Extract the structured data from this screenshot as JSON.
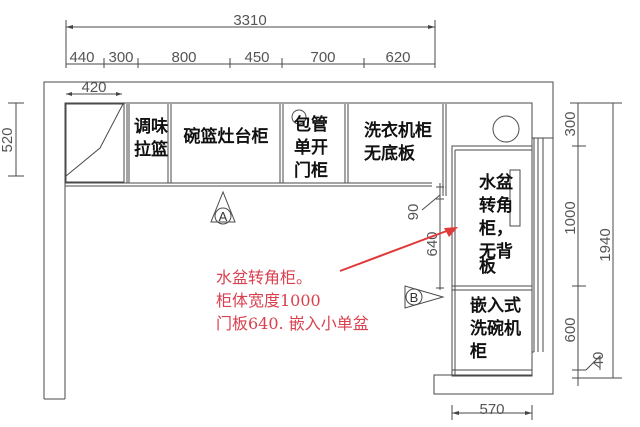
{
  "drawing": {
    "type": "kitchen cabinet floor plan",
    "top_dimensions": {
      "total": "3310",
      "segments": [
        "440",
        "300",
        "800",
        "450",
        "700",
        "620"
      ],
      "inner_corner": "420"
    },
    "left_dimensions": {
      "depth": "520"
    },
    "right_dimensions": {
      "segments": [
        "300",
        "1000",
        "600",
        "40"
      ],
      "total": "1940",
      "door_gap": "90",
      "door_width": "640"
    },
    "bottom_dimensions": {
      "width": "570"
    },
    "cabinets": {
      "seasoning": [
        "调味",
        "拉篮"
      ],
      "stove": "碗篮灶台柜",
      "pipe": [
        "包管",
        "单开",
        "门柜"
      ],
      "washer": [
        "洗衣机柜",
        "无底板"
      ],
      "sink_corner": [
        "水盆",
        "转角",
        "柜，",
        "无背",
        "板"
      ],
      "dishwasher": [
        "嵌入式",
        "洗碗机",
        "柜"
      ]
    },
    "view_markers": {
      "a": "A",
      "b": "B"
    },
    "annotation": {
      "lines": [
        "水盆转角柜。",
        "柜体宽度1000",
        "门板640. 嵌入小单盆"
      ],
      "color": "#d9414f"
    }
  }
}
